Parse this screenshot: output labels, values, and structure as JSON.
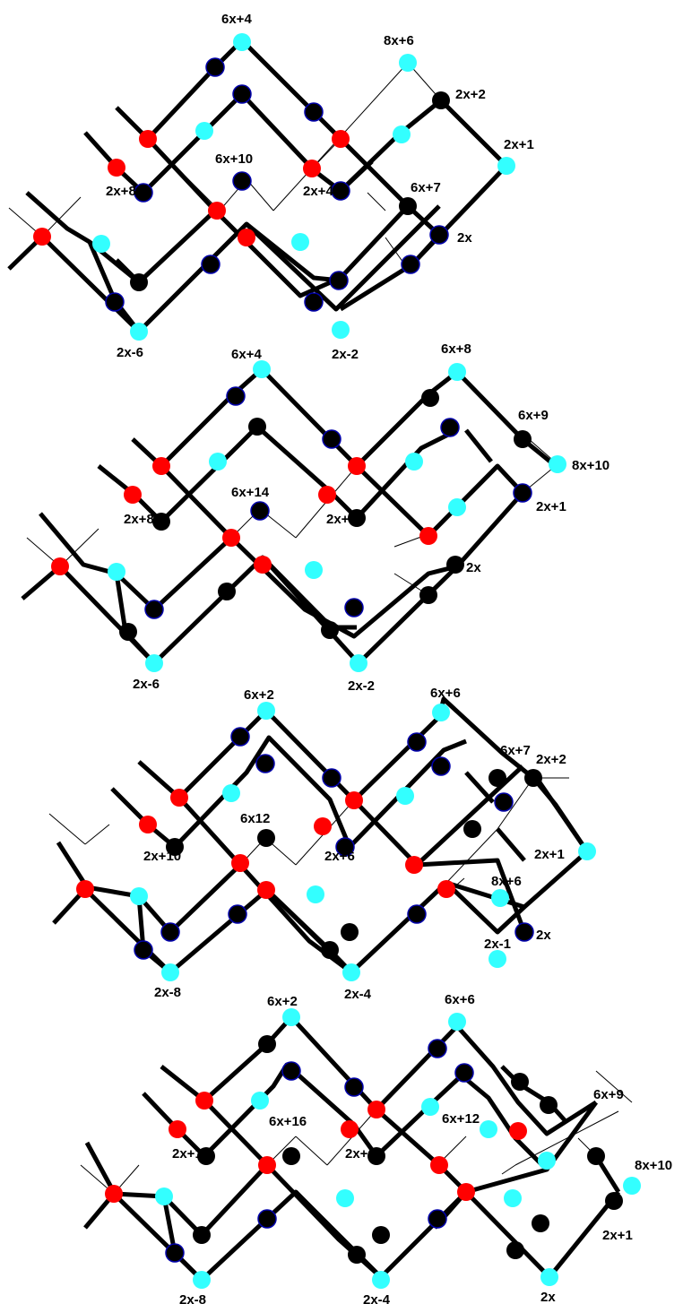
{
  "colors": {
    "black_node": "#000000",
    "red_node": "#ff0000",
    "cyan_node": "#33ffff",
    "node_outline": "#0000aa",
    "stroke": "#000000"
  },
  "panels": [
    {
      "labels": [
        "6x+4",
        "8x+6",
        "2x+2",
        "2x+1",
        "6x+10",
        "2x+8",
        "2x+4",
        "6x+7",
        "2x",
        "2x-6",
        "2x-2"
      ]
    },
    {
      "labels": [
        "6x+4",
        "6x+8",
        "6x+9",
        "8x+10",
        "6x+14",
        "2x+1",
        "2x+8",
        "2x+4",
        "2x",
        "2x-6",
        "2x-2"
      ]
    },
    {
      "labels": [
        "6x+2",
        "6x+6",
        "6x+7",
        "2x+2",
        "6x12",
        "2x+1",
        "2x+10",
        "2x+6",
        "8x+6",
        "2x",
        "2x-1",
        "2x-8",
        "2x-4"
      ]
    },
    {
      "labels": [
        "6x+2",
        "6x+6",
        "6x+16",
        "6x+12",
        "6x+9",
        "8x+10",
        "2x+10",
        "2x+6",
        "2x+1",
        "2x-8",
        "2x-4",
        "2x"
      ]
    }
  ]
}
